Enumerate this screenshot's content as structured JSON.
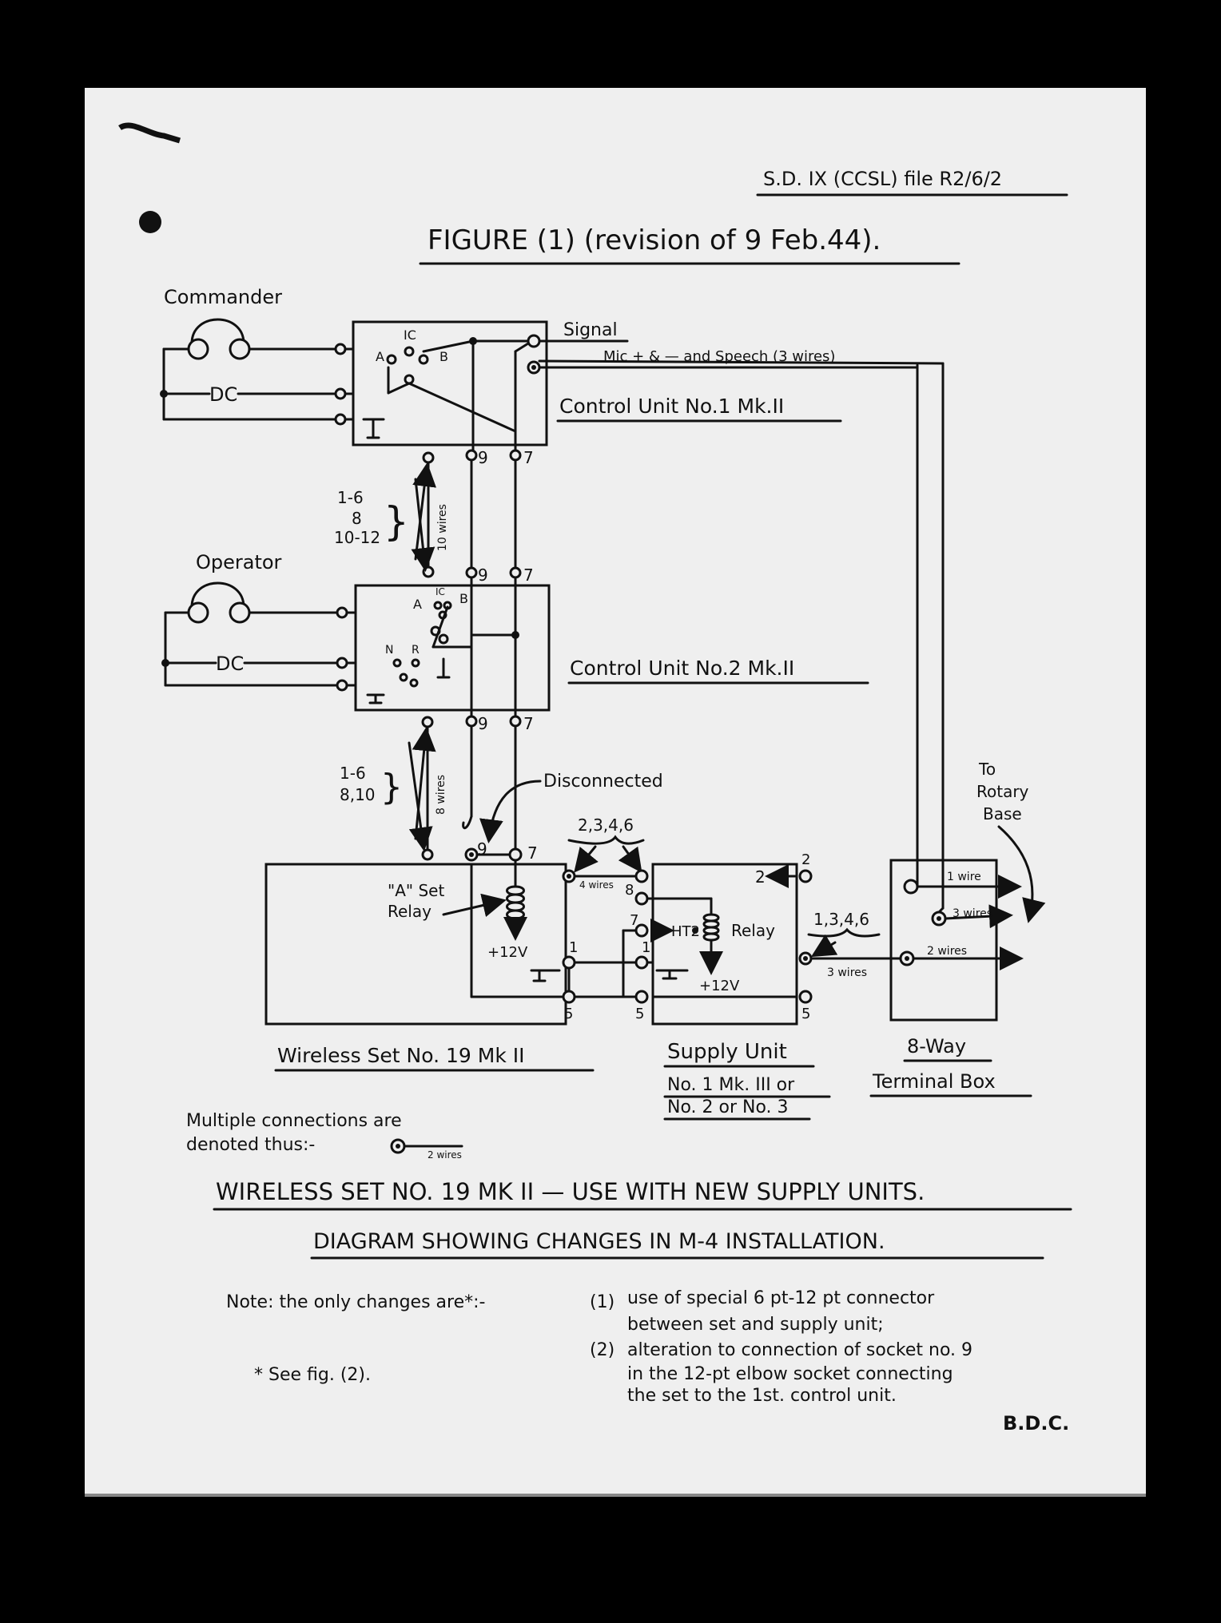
{
  "document": {
    "file_ref": "S.D. IX (CCSL) file R2/6/2",
    "figure_title": "FIGURE (1) (revision of 9 Feb.44).",
    "headline": "WIRELESS SET NO. 19 MK II — USE WITH NEW SUPPLY UNITS.",
    "subheadline": "DIAGRAM SHOWING CHANGES IN M-4 INSTALLATION.",
    "note_intro": "Note: the only changes are*:-",
    "note_1_num": "(1)",
    "note_1_line1": "use of special 6 pt-12 pt connector",
    "note_1_line2": "between set and supply unit;",
    "note_2_num": "(2)",
    "note_2_line1": "alteration to connection of socket no. 9",
    "note_2_line2": "in the 12-pt elbow socket connecting",
    "note_2_line3": "the set to the 1st. control unit.",
    "footnote": "* See fig. (2).",
    "initials": "B.D.C.",
    "legend_line1": "Multiple connections are",
    "legend_line2": "denoted thus:-",
    "legend_wires": "2 wires"
  },
  "diagram": {
    "commander": "Commander",
    "operator": "Operator",
    "ic": "IC",
    "sw_a": "A",
    "sw_b": "B",
    "sw_n": "N",
    "sw_r": "R",
    "signal": "Signal",
    "mic_speech": "Mic + & — and Speech (3 wires)",
    "cu1_label": "Control Unit No.1 Mk.II",
    "cu2_label": "Control Unit No.2 Mk.II",
    "pin9": "9",
    "pin7": "7",
    "bundle1_a": "1-6",
    "bundle1_b": "8",
    "bundle1_c": "10-12",
    "bundle1_wires": "10 wires",
    "bundle2_a": "1-6",
    "bundle2_b": "8,10",
    "bundle2_wires": "8 wires",
    "disconnected": "Disconnected",
    "a_set_relay_1": "\"A\" Set",
    "a_set_relay_2": "Relay",
    "plus12v": "+12V",
    "pins_2346": "2,3,4,6",
    "four_wires": "4 wires",
    "pin1": "1",
    "pin5": "5",
    "pin8": "8",
    "pin2": "2",
    "ht2": "HT2",
    "relay": "Relay",
    "pins_13456": "1,3,4,6",
    "three_wires": "3 wires",
    "one_wire": "1 wire",
    "three_wires_b": "3 wires",
    "two_wires": "2 wires",
    "rotary_1": "To",
    "rotary_2": "Rotary",
    "rotary_3": "Base",
    "ws_label": "Wireless Set No. 19 Mk II",
    "su_label_1": "Supply Unit",
    "su_label_2": "No. 1 Mk. III or",
    "su_label_3": "No. 2 or No. 3",
    "tb_label_1": "8-Way",
    "tb_label_2": "Terminal Box"
  }
}
